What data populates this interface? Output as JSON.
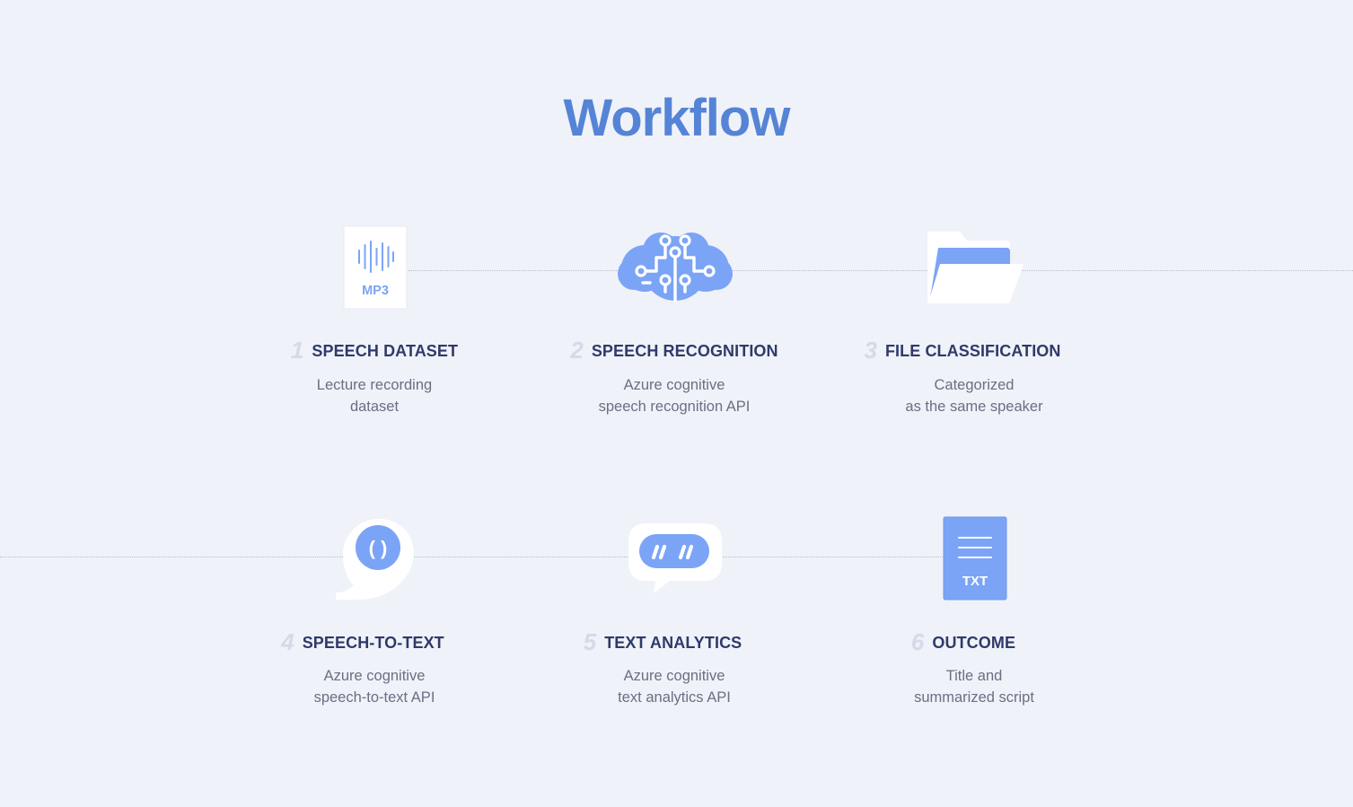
{
  "title": "Workflow",
  "colors": {
    "background": "#f0f2f9",
    "title": "#5584d6",
    "accent": "#7ba4f6",
    "heading": "#2f3a6a",
    "step_number": "#d5dae8",
    "description": "#6a6f82",
    "connector": "#b3bccd"
  },
  "steps": [
    {
      "number": "1",
      "title": "SPEECH DATASET",
      "description": [
        "Lecture recording",
        "dataset"
      ],
      "icon": "mp3-file-icon",
      "icon_label": "MP3"
    },
    {
      "number": "2",
      "title": "SPEECH RECOGNITION",
      "description": [
        "Azure cognitive",
        "speech recognition API"
      ],
      "icon": "brain-circuit-icon"
    },
    {
      "number": "3",
      "title": "FILE CLASSIFICATION",
      "description": [
        "Categorized",
        "as the same speaker"
      ],
      "icon": "folder-icon"
    },
    {
      "number": "4",
      "title": "SPEECH-TO-TEXT",
      "description": [
        "Azure cognitive",
        "speech-to-text API"
      ],
      "icon": "speech-bubble-brackets-icon",
      "icon_label": "( )"
    },
    {
      "number": "5",
      "title": "TEXT ANALYTICS",
      "description": [
        "Azure cognitive",
        "text analytics API"
      ],
      "icon": "quote-bubble-icon"
    },
    {
      "number": "6",
      "title": "OUTCOME",
      "description": [
        "Title and",
        "summarized script"
      ],
      "icon": "txt-file-icon",
      "icon_label": "TXT"
    }
  ]
}
